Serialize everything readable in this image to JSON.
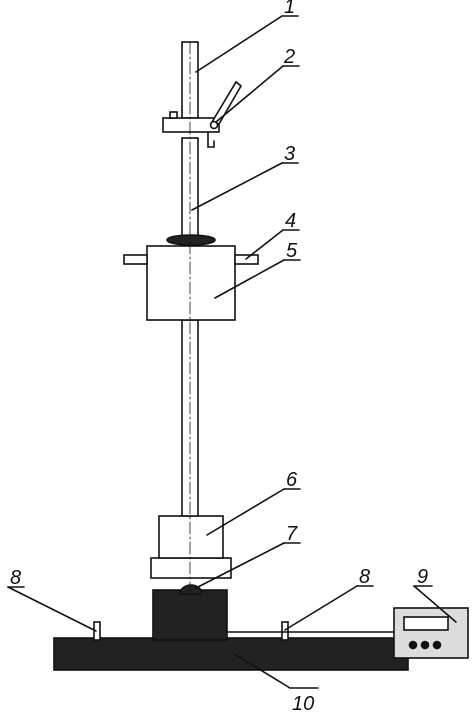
{
  "colors": {
    "outline": "#111111",
    "fill_dark": "#222222",
    "device_fill": "#dcdcdc",
    "background": "#ffffff"
  },
  "labels": {
    "l1": "1",
    "l2": "2",
    "l3": "3",
    "l4": "4",
    "l5": "5",
    "l6": "6",
    "l7": "7",
    "l8a": "8",
    "l8b": "8",
    "l9": "9",
    "l10": "10"
  }
}
